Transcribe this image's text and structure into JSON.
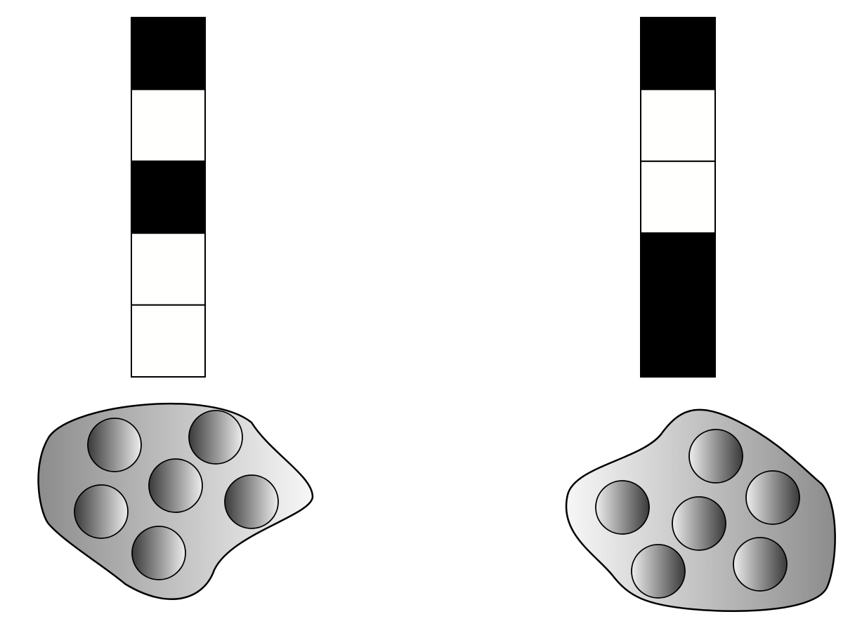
{
  "colors": {
    "background": "#ffffff",
    "filled_cell": "#000000",
    "empty_cell": "#fffffe",
    "outline": "#000000"
  },
  "panels": [
    {
      "name": "left",
      "bar_cells": [
        "filled",
        "empty",
        "filled",
        "empty",
        "empty"
      ],
      "blob_gradient": "dark-to-light",
      "ball_gradient": "dark-to-light",
      "ball_count": 6
    },
    {
      "name": "right",
      "bar_cells": [
        "filled",
        "empty",
        "empty",
        "filled",
        "filled"
      ],
      "blob_gradient": "light-to-dark",
      "ball_gradient": "light-to-dark",
      "ball_count": 6
    }
  ]
}
